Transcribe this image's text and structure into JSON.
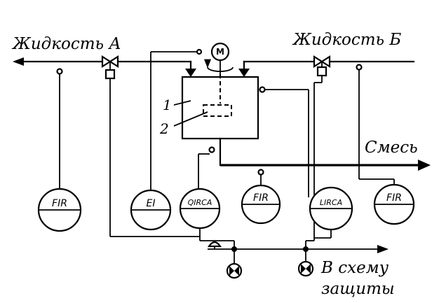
{
  "labels": {
    "liquid_a": "Жидкость А",
    "liquid_b": "Жидкость Б",
    "mixture": "Смесь",
    "protection_line1": "В схему",
    "protection_line2": "защиты",
    "item1": "1",
    "item2": "2",
    "motor": "M"
  },
  "instruments": {
    "fir_a": "FIR",
    "ei": "EI",
    "qirca": "QIRCA",
    "fir_mix": "FIR",
    "lirca": "LIRCA",
    "fir_b": "FIR"
  }
}
